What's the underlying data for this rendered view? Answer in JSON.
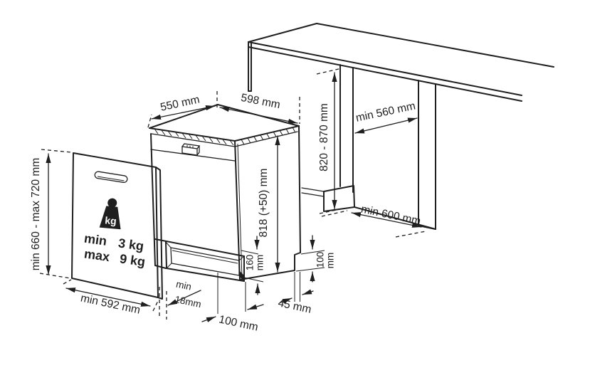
{
  "title": "Built-under dishwasher installation dimensions diagram",
  "panel": {
    "height_label": "min 660 - max 720 mm",
    "width_label": "min 592 mm",
    "gap_label_line1": "min",
    "gap_label_line2": "18mm",
    "weight_badge": "kg",
    "weight_min_label": "min",
    "weight_min_value": "3 kg",
    "weight_max_label": "max",
    "weight_max_value": "9 kg"
  },
  "dishwasher": {
    "width_label": "550 mm",
    "depth_label": "598 mm",
    "height_label": "818 (+50) mm",
    "base_height_value": "160",
    "base_height_unit": "mm",
    "rear_clearance_value": "100",
    "rear_clearance_unit": "mm",
    "front_clearance_label": "100 mm",
    "rear_step_label": "45 mm"
  },
  "niche": {
    "height_label": "820 - 870 mm",
    "depth_label": "min 560 mm",
    "width_label": "min 600 mm"
  },
  "colors": {
    "line": "#1f1f1f",
    "background": "#ffffff"
  }
}
